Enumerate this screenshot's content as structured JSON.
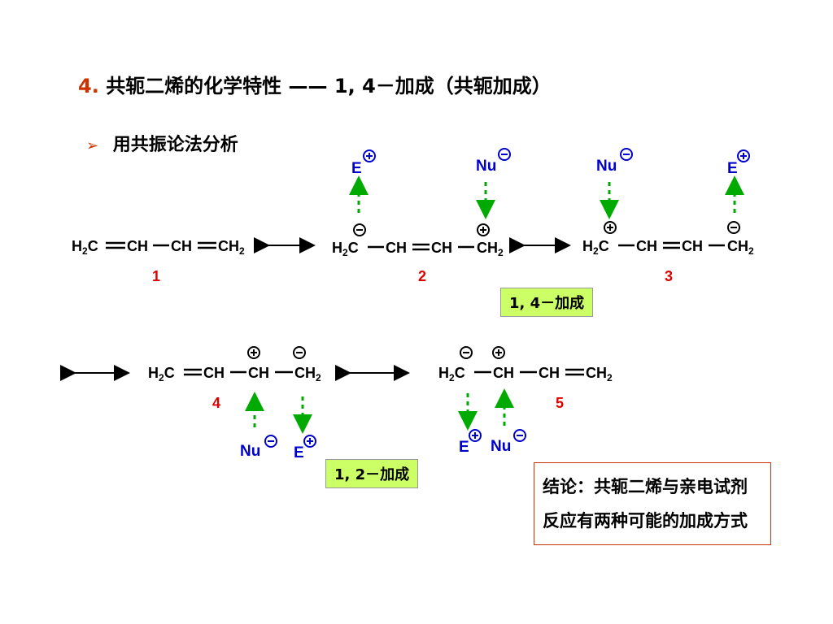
{
  "title": {
    "number": "4.",
    "text": "共轭二烯的化学特性 —— 1, 4－加成（共轭加成）"
  },
  "bullet": {
    "marker": "➢",
    "text": "用共振论法分析"
  },
  "structures": {
    "s1": {
      "label": "1"
    },
    "s2": {
      "label": "2"
    },
    "s3": {
      "label": "3"
    },
    "s4": {
      "label": "4"
    },
    "s5": {
      "label": "5"
    }
  },
  "reagents": {
    "electrophile": "E",
    "nucleophile": "Nu"
  },
  "badges": {
    "add14": "1, 4－加成",
    "add12": "1, 2－加成"
  },
  "conclusion": "结论：共轭二烯与亲电试剂反应有两种可能的加成方式",
  "colors": {
    "title_number": "#cc3300",
    "label_red": "#dd0000",
    "reagent_blue": "#0000cc",
    "arrow_green": "#00aa00",
    "badge_bg": "#ccff66",
    "conclusion_border": "#cc3300"
  }
}
